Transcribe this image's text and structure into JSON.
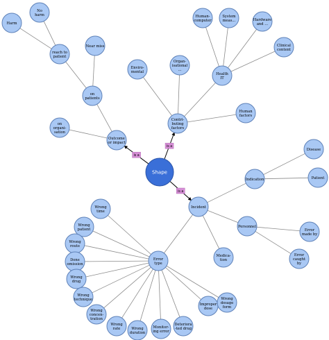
{
  "diagram": {
    "center": "Shape",
    "edge_badge": "is a",
    "branches": {
      "outcome": {
        "label": [
          "Outcome",
          "or impact"
        ],
        "on_patients": [
          "on",
          "patients"
        ],
        "on_organisation": [
          "on",
          "organi-",
          "sation"
        ],
        "reach_to_patient": [
          "reach to",
          "patient"
        ],
        "near_miss": [
          "Near miss"
        ],
        "harm": [
          "Harm"
        ],
        "no_harm": [
          "No",
          "harm"
        ]
      },
      "contributing": {
        "label": [
          "Contri-",
          "buting",
          "factors"
        ],
        "environmental": [
          "Enviro-",
          "mental"
        ],
        "organisational": [
          "Organ-",
          "isational",
          "..."
        ],
        "human_factors": [
          "Human",
          "factors"
        ],
        "health_it": [
          "Health",
          "IT"
        ],
        "human_computer": [
          "Human-",
          "computer"
        ],
        "system_meas": [
          "System",
          "meas..."
        ],
        "hardware": [
          "Hardware",
          "and ..."
        ],
        "clinical_content": [
          "Clinical",
          "content"
        ]
      },
      "incident": {
        "label": [
          "Incident"
        ],
        "indication": [
          "Indication"
        ],
        "disease": [
          "Disease"
        ],
        "patient": [
          "Patient"
        ],
        "personnel": [
          "Personnel"
        ],
        "error_made_by": [
          "Error",
          "made by"
        ],
        "error_caught_by": [
          "Error",
          "caught",
          "by"
        ],
        "medication": [
          "Medica-",
          "tion"
        ],
        "error_type": [
          "Error",
          "type"
        ]
      },
      "error_types": {
        "wrong_time": [
          "Wrong",
          "time"
        ],
        "wrong_patient": [
          "Wrong",
          "patient"
        ],
        "wrong_route": [
          "Wrong",
          "route"
        ],
        "omission": [
          "Done",
          "omission"
        ],
        "wrong_drug": [
          "Wrong",
          "drug"
        ],
        "wrong_technique": [
          "Wrong",
          "technique"
        ],
        "wrong_concentration": [
          "Wrong",
          "concen-",
          "tration"
        ],
        "wrong_rate": [
          "Wrong",
          "rate"
        ],
        "wrong_duration": [
          "Wrong",
          "duration"
        ],
        "monitoring_error": [
          "Monitor-",
          "ing error"
        ],
        "deteriorated_drug": [
          "Deteriora",
          "-ted drug"
        ],
        "improper_dose": [
          "Improper",
          "dose"
        ],
        "wrong_dosage_form": [
          "Wrong",
          "dosage",
          "form"
        ]
      }
    }
  },
  "colors": {
    "node_fill": "#a9c8f4",
    "node_stroke": "#5f82b8",
    "center_fill": "#3a6fd8",
    "badge_fill": "#d68fd6",
    "edge": "#8a8a8a"
  }
}
